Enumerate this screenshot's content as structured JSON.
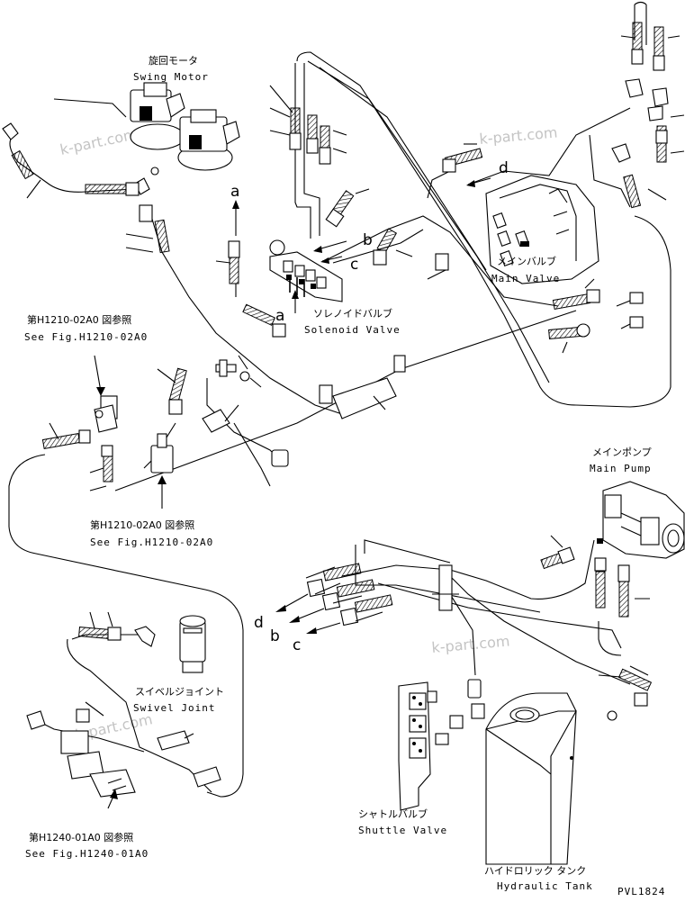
{
  "watermark": "k-part.com",
  "drawing_code": "PVL1824",
  "components": {
    "swing_motor": {
      "jp": "旋回モータ",
      "en": "Swing Motor"
    },
    "solenoid_valve": {
      "jp": "ソレノイドバルブ",
      "en": "Solenoid Valve"
    },
    "main_valve": {
      "jp": "メインバルブ",
      "en": "Main Valve"
    },
    "main_pump": {
      "jp": "メインポンプ",
      "en": "Main Pump"
    },
    "swivel_joint": {
      "jp": "スイベルジョイント",
      "en": "Swivel Joint"
    },
    "shuttle_valve": {
      "jp": "シャトルバルブ",
      "en": "Shuttle Valve"
    },
    "hydraulic_tank": {
      "jp": "ハイドロリック タンク",
      "en": "Hydraulic Tank"
    }
  },
  "references": {
    "ref_h1210_top": {
      "jp": "第H1210-02A0 図参照",
      "en": "See Fig.H1210-02A0"
    },
    "ref_h1210_mid": {
      "jp": "第H1210-02A0 図参照",
      "en": "See Fig.H1210-02A0"
    },
    "ref_h1240": {
      "jp": "第H1240-01A0 図参照",
      "en": "See Fig.H1240-01A0"
    }
  },
  "connection_letters": {
    "a_upper": "a",
    "a_lower": "a",
    "b_upper": "b",
    "c_upper": "c",
    "d_upper": "d",
    "d_lower": "d",
    "b_lower": "b",
    "c_lower": "c"
  }
}
